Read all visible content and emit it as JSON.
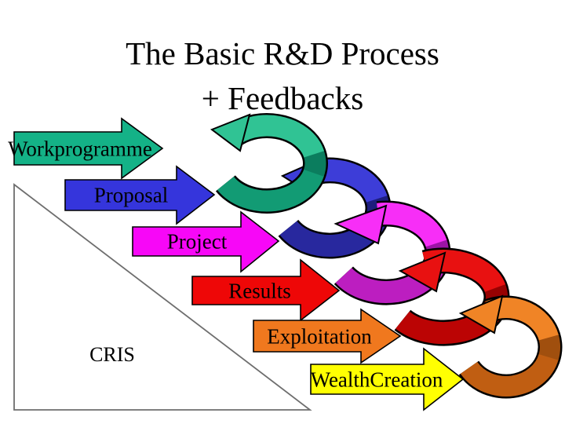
{
  "slide": {
    "title": {
      "line1": "The Basic R&D Process",
      "line2": "+ Feedbacks"
    },
    "background_color": "#FFFFFF",
    "text_color": "#000000",
    "outline_color": "#000000",
    "stages": [
      {
        "label": "Workprogramme",
        "color": "#14B287",
        "feedback": {
          "light": "#30C394",
          "dark": "#129B74",
          "fold": "#0B7D5E"
        }
      },
      {
        "label": "Proposal",
        "color": "#3535DC",
        "feedback": {
          "light": "#3D3DD8",
          "dark": "#28289E",
          "fold": "#1D1D7D"
        }
      },
      {
        "label": "Project",
        "color": "#F707F7",
        "feedback": {
          "light": "#F72EF7",
          "dark": "#BC1EC0",
          "fold": "#9C14A6"
        }
      },
      {
        "label": "Results",
        "color": "#EE0707",
        "feedback": {
          "light": "#E81111",
          "dark": "#BB0404",
          "fold": "#970202"
        }
      },
      {
        "label": "Exploitation",
        "color": "#F0781E",
        "feedback": {
          "light": "#F08426",
          "dark": "#C05E12",
          "fold": "#A04F0E"
        }
      },
      {
        "label": "WealthCreation",
        "color": "#FFFF02",
        "feedback": null
      }
    ],
    "triangle": {
      "label": "CRIS",
      "line_color": "#6E6E6E"
    }
  }
}
